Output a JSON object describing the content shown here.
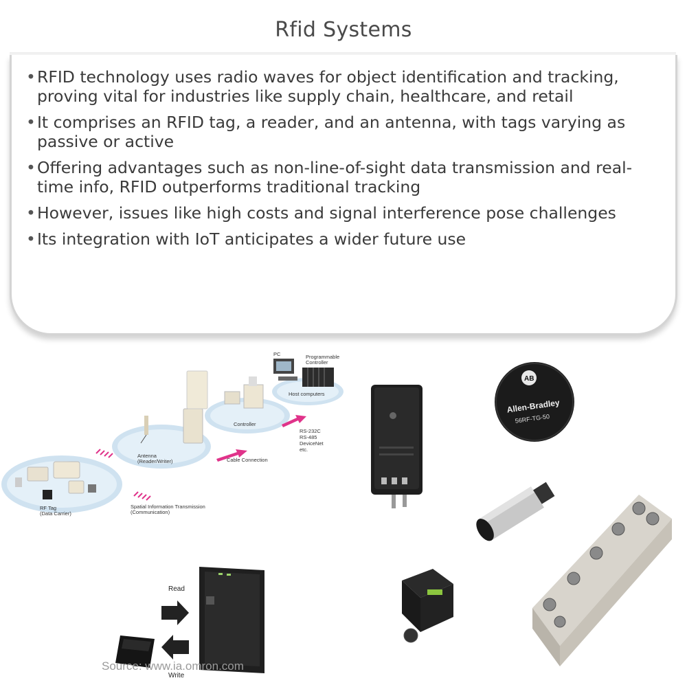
{
  "page": {
    "title": "Rfid Systems"
  },
  "bullets": [
    "RFID technology uses radio waves for object identification and tracking, proving vital for industries like supply chain, healthcare, and retail",
    "It comprises an RFID tag, a reader, and an antenna, with tags varying as passive or active",
    "Offering advantages such as non-line-of-sight data transmission and real-time info, RFID outperforms traditional tracking",
    "However, issues like high costs and signal interference pose challenges",
    "Its integration with IoT anticipates a wider future use"
  ],
  "diagram": {
    "pc": "PC",
    "plc_1": "Programmable",
    "plc_2": "Controller",
    "host": "Host computers",
    "controller": "Controller",
    "rs232": "RS-232C",
    "rs485": "RS-485",
    "devicenet": "DeviceNet",
    "etc": "etc.",
    "cable": "Cable Connection",
    "antenna_1": "Antenna",
    "antenna_2": "(Reader/Writer)",
    "tag_1": "RF Tag",
    "tag_2": "(Data Carrier)",
    "spatial_1": "Spatial Information Transmission",
    "spatial_2": "(Communication)"
  },
  "products": {
    "tag_logo": "AB",
    "tag_brand": "Allen-Bradley",
    "tag_model": "56RF-TG-50",
    "read": "Read",
    "write": "Write"
  },
  "source": "Source: www.ia.omron.com"
}
